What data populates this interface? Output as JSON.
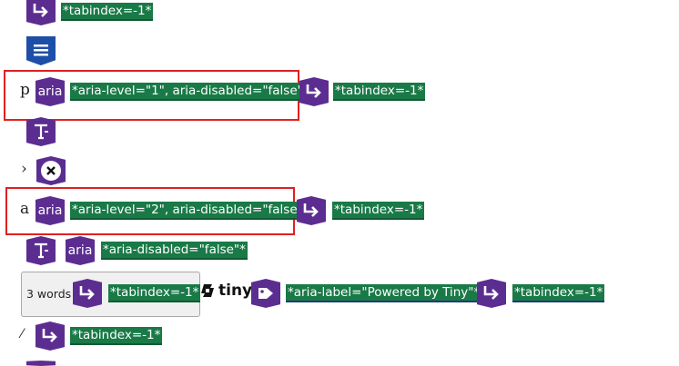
{
  "rows": {
    "row1_tag": "*tabindex=-1*",
    "row3": {
      "char": "p",
      "aria_badge": "aria",
      "tag_aria": "*aria-level=\"1\", aria-disabled=\"false\"*",
      "tag_tab": "*tabindex=-1*"
    },
    "row5": {
      "char": "›"
    },
    "row6": {
      "char": "a",
      "aria_badge": "aria",
      "tag_aria": "*aria-level=\"2\", aria-disabled=\"false\"*",
      "tag_tab": "*tabindex=-1*"
    },
    "row7": {
      "aria_badge": "aria",
      "tag_aria": "*aria-disabled=\"false\"*"
    },
    "row8": {
      "word_count": "3 words",
      "tag_tab1": "*tabindex=-1*",
      "logo_text": "tiny",
      "tag_label": "*aria-label=\"Powered by Tiny\"*",
      "tag_tab2": "*tabindex=-1*"
    },
    "row9": {
      "char": "⁄",
      "tag_tab": "*tabindex=-1*"
    }
  },
  "colors": {
    "badge_purple": "#5c2d91",
    "badge_blue": "#1e4fa8",
    "tag_green": "#1a7a47",
    "highlight_red": "#e02020"
  },
  "icons": {
    "arrow": "arrow-turn-right-icon",
    "list": "list-icon",
    "text": "text-cursor-icon",
    "close": "close-circle-icon",
    "label": "label-tag-icon",
    "logo": "tiny-logo-icon"
  }
}
